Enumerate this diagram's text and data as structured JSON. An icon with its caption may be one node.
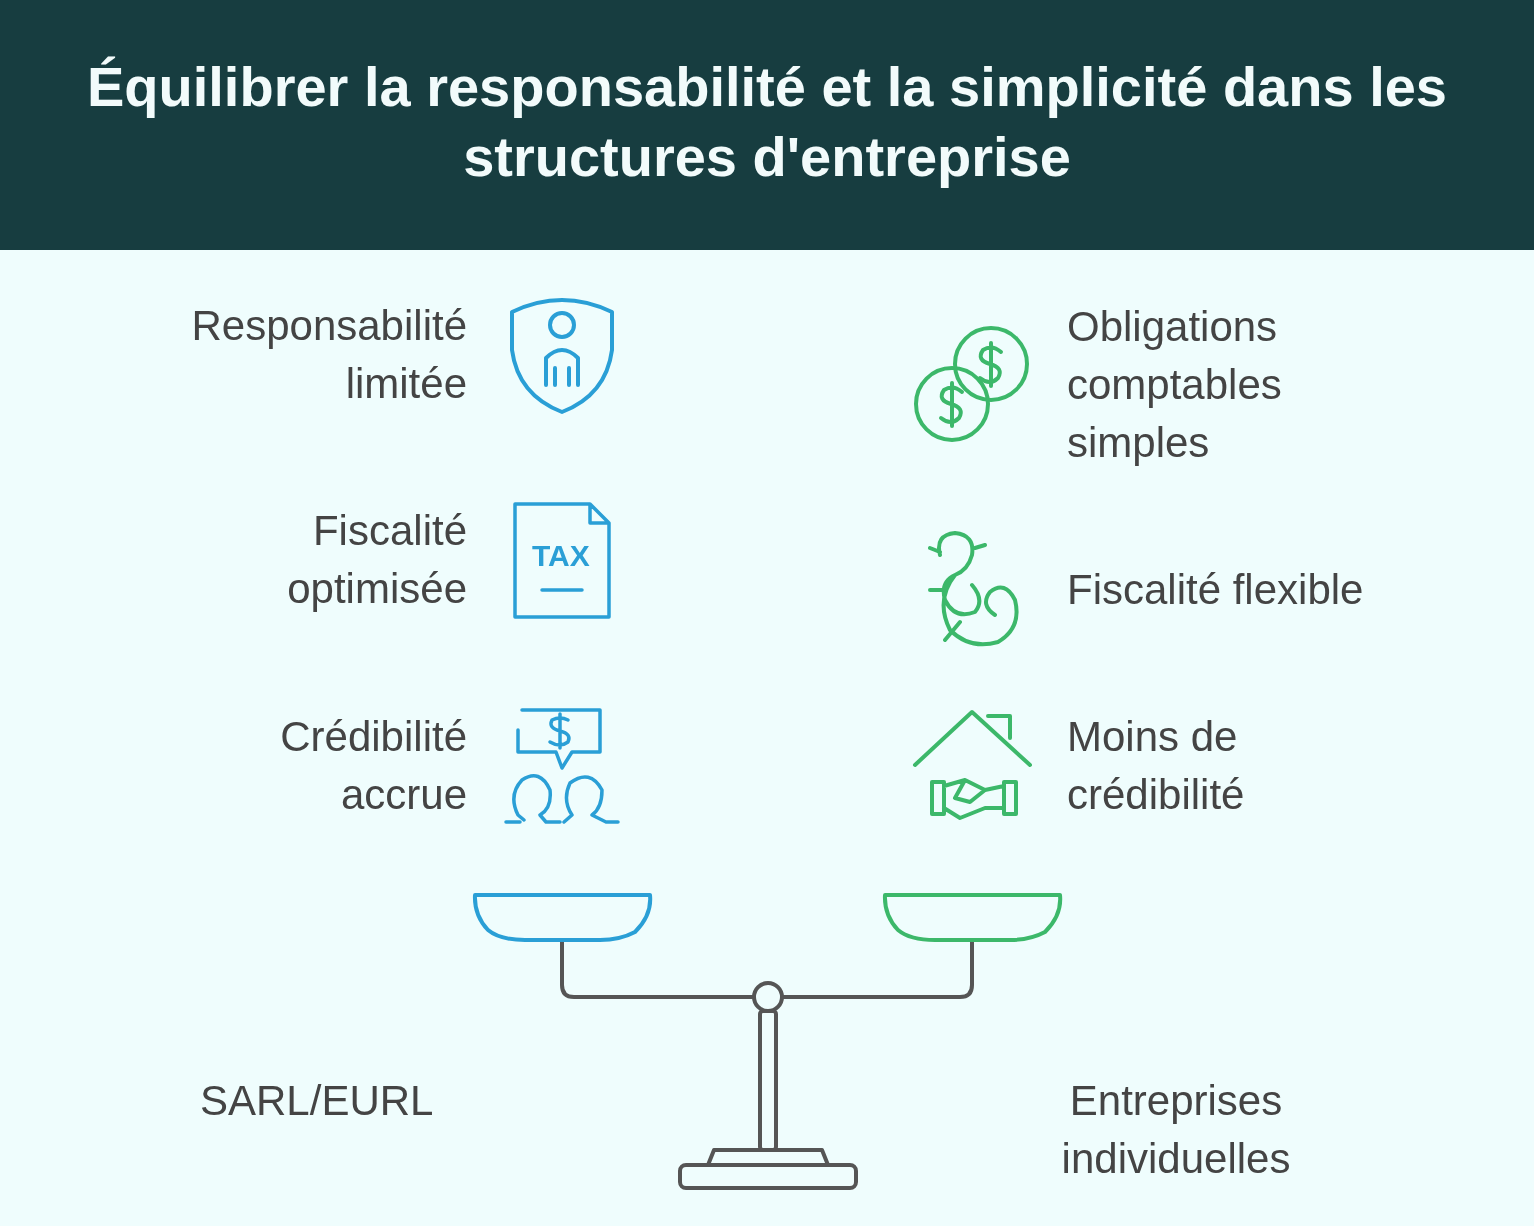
{
  "diagram": {
    "title": "Équilibrer la responsabilité et la simplicité dans les structures d'entreprise",
    "labels": [
      "Responsabilité limitée",
      "Obligations comptables simples",
      "Fiscalité optimisée",
      "TAX",
      "Fiscalité flexible",
      "Crédibilité accrue",
      "Moins de crédibilité",
      "SARL/EURL",
      "Entreprises individuelles"
    ]
  }
}
